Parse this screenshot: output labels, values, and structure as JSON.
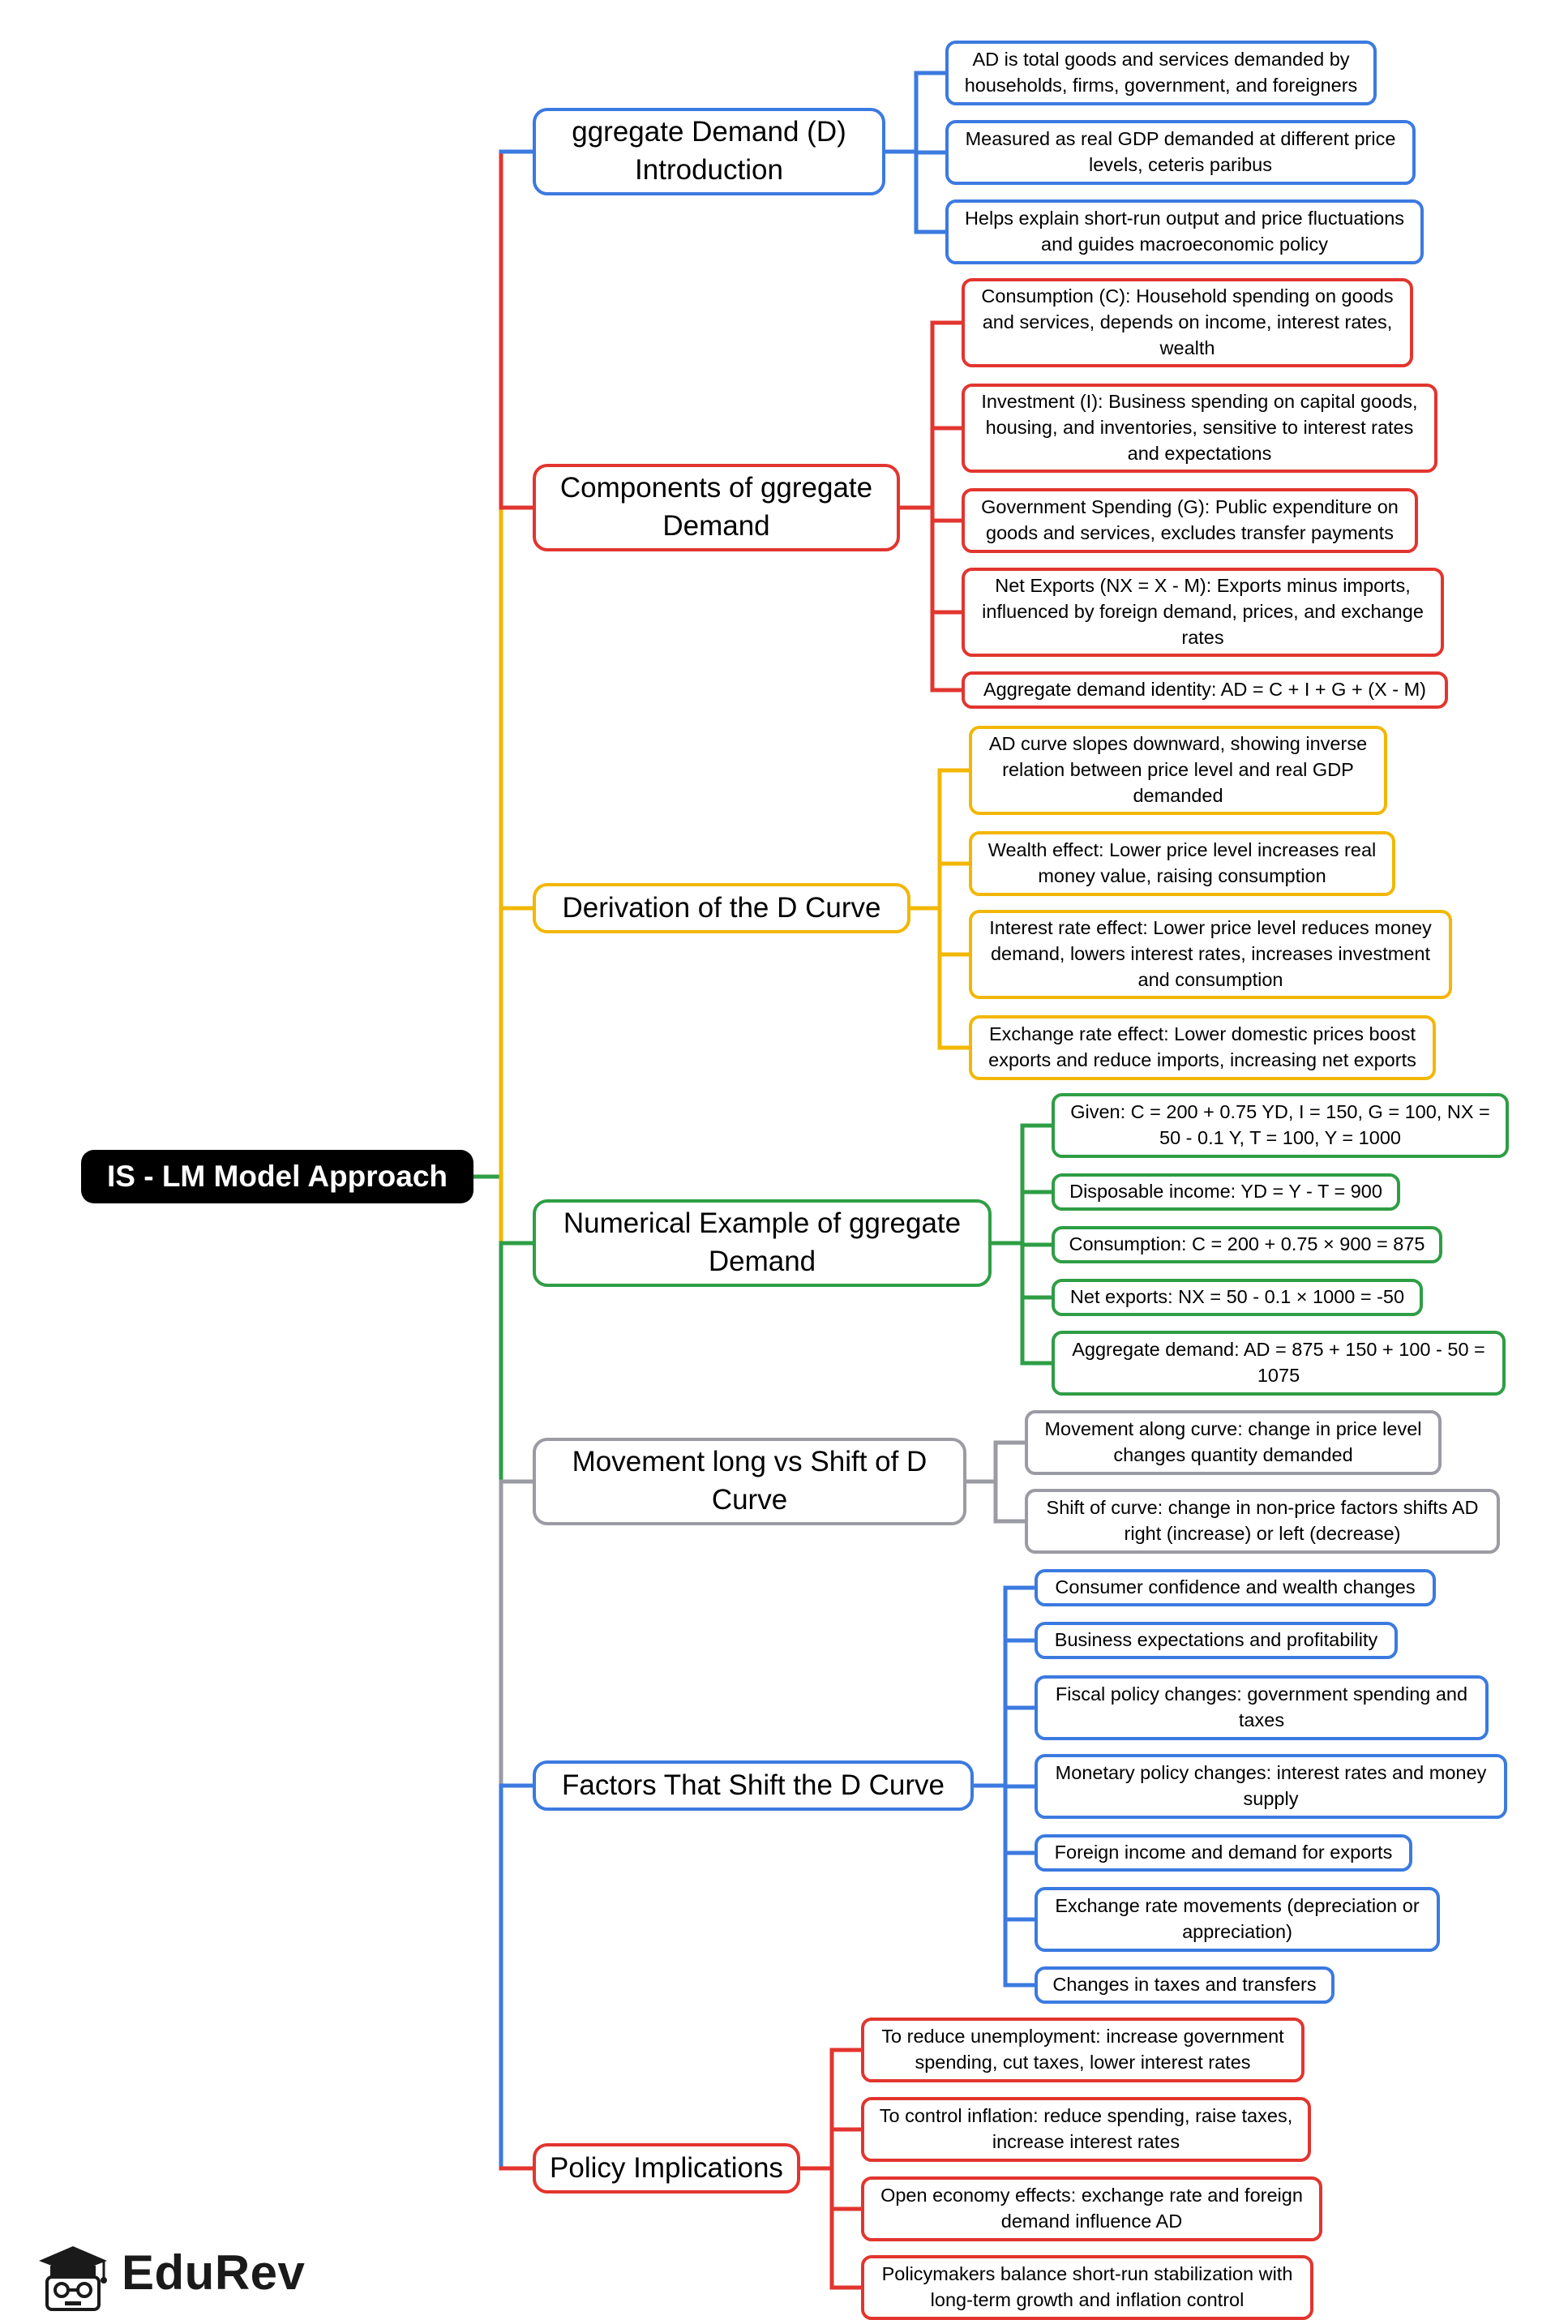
{
  "root": {
    "label": "IS - LM Model Approach"
  },
  "colors": {
    "blue": "#3b7ae0",
    "red": "#e2352f",
    "yellow": "#f2b705",
    "green": "#2e9e45",
    "gray": "#9b9ba3"
  },
  "branches": [
    {
      "label": "ggregate Demand (D) Introduction",
      "color": "blue",
      "leaves": [
        "AD is total goods and services demanded by households, firms, government, and foreigners",
        "Measured as real GDP demanded at different price levels, ceteris paribus",
        "Helps explain short-run output and price fluctuations and guides macroeconomic policy"
      ]
    },
    {
      "label": "Components of ggregate Demand",
      "color": "red",
      "leaves": [
        "Consumption (C): Household spending on goods and services, depends on income, interest rates, wealth",
        "Investment (I): Business spending on capital goods, housing, and inventories, sensitive to interest rates and expectations",
        "Government Spending (G): Public expenditure on goods and services, excludes transfer payments",
        "Net Exports (NX = X - M): Exports minus imports, influenced by foreign demand, prices, and exchange rates",
        "Aggregate demand identity: AD = C + I + G + (X - M)"
      ]
    },
    {
      "label": "Derivation of the D Curve",
      "color": "yellow",
      "leaves": [
        "AD curve slopes downward, showing inverse relation between price level and real GDP demanded",
        "Wealth effect: Lower price level increases real money value, raising consumption",
        "Interest rate effect: Lower price level reduces money demand, lowers interest rates, increases investment and consumption",
        "Exchange rate effect: Lower domestic prices boost exports and reduce imports, increasing net exports"
      ]
    },
    {
      "label": "Numerical Example of ggregate Demand",
      "color": "green",
      "leaves": [
        "Given: C = 200 + 0.75 YD, I = 150, G = 100, NX = 50 - 0.1 Y, T = 100, Y = 1000",
        "Disposable income: YD = Y - T = 900",
        "Consumption: C = 200 + 0.75 × 900 = 875",
        "Net exports: NX = 50 - 0.1 × 1000 = -50",
        "Aggregate demand: AD = 875 + 150 + 100 - 50 = 1075"
      ]
    },
    {
      "label": "Movement long vs Shift of D Curve",
      "color": "gray",
      "leaves": [
        "Movement along curve: change in price level changes quantity demanded",
        "Shift of curve: change in non-price factors shifts AD right (increase) or left (decrease)"
      ]
    },
    {
      "label": "Factors That Shift the D Curve",
      "color": "blue",
      "leaves": [
        "Consumer confidence and wealth changes",
        "Business expectations and profitability",
        "Fiscal policy changes: government spending and taxes",
        "Monetary policy changes: interest rates and money supply",
        "Foreign income and demand for exports",
        "Exchange rate movements (depreciation or appreciation)",
        "Changes in taxes and transfers"
      ]
    },
    {
      "label": "Policy Implications",
      "color": "red",
      "leaves": [
        "To reduce unemployment: increase government spending, cut taxes, lower interest rates",
        "To control inflation: reduce spending, raise taxes, increase interest rates",
        "Open economy effects: exchange rate and foreign demand influence AD",
        "Policymakers balance short-run stabilization with long-term growth and inflation control"
      ]
    }
  ],
  "logo": {
    "text": "EduRev",
    "icon": "graduation-cap-mascot-icon"
  }
}
